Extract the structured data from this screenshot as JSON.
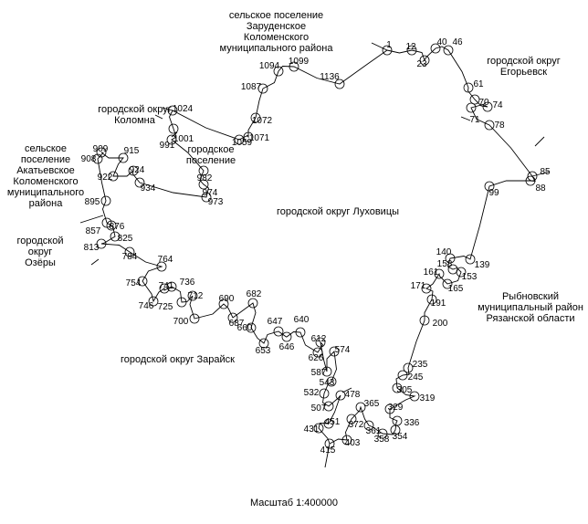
{
  "boundary_label": "городской округ Луховицы",
  "scale": "Масштаб 1:400000",
  "neighbors": [
    {
      "key": "zarudenskoe",
      "text": "сельское поселение\nЗаруденское\nКоломенского\nмуниципального района"
    },
    {
      "key": "egoryevsk",
      "text": "городской округ\nЕгорьевск"
    },
    {
      "key": "kolomna",
      "text": "городской округ\nКоломна"
    },
    {
      "key": "gorodskoe",
      "text": "городское\nпоселение"
    },
    {
      "key": "akatyevskoe",
      "text": "сельское\nпоселение\nАкатьевское\nКоломенского\nмуниципального\nрайона"
    },
    {
      "key": "ozery",
      "text": "городской округ\nОзёры"
    },
    {
      "key": "rybnovsky",
      "text": "Рыбновский\nмуниципальный район\nРязанской области"
    },
    {
      "key": "zaraysk",
      "text": "городской округ Зарайск"
    }
  ],
  "boundary_points": [
    "1",
    "12",
    "23",
    "40",
    "46",
    "61",
    "70",
    "71",
    "74",
    "78",
    "85",
    "88",
    "99",
    "139",
    "140",
    "153",
    "158",
    "161",
    "165",
    "171",
    "191",
    "200",
    "235",
    "245",
    "305",
    "319",
    "329",
    "336",
    "354",
    "358",
    "361",
    "365",
    "372",
    "403",
    "415",
    "431",
    "451",
    "478",
    "507",
    "532",
    "543",
    "574",
    "587",
    "612",
    "626",
    "640",
    "646",
    "647",
    "653",
    "660",
    "682",
    "687",
    "690",
    "700",
    "712",
    "725",
    "736",
    "741",
    "746",
    "754",
    "764",
    "784",
    "813",
    "825",
    "857",
    "876",
    "895",
    "908",
    "909",
    "915",
    "922",
    "924",
    "934",
    "973",
    "974",
    "982",
    "991",
    "1001",
    "1024",
    "1059",
    "1071",
    "1072",
    "1087",
    "1094",
    "1099",
    "1136"
  ]
}
